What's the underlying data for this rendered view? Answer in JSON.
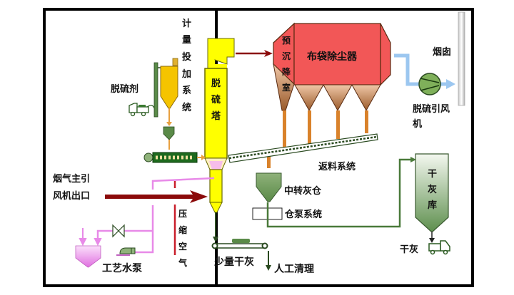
{
  "title": "干式脱硫工艺流程",
  "labels": {
    "metering_system": [
      "计",
      "量",
      "投",
      "加",
      "系",
      "统"
    ],
    "desulfurizer": "脱硫剂",
    "tower": [
      "脱",
      "硫",
      "塔"
    ],
    "pre_settling": [
      "预",
      "沉",
      "降",
      "室"
    ],
    "bag_filter": "布袋除尘器",
    "chimney": "烟囱",
    "id_fan": "脱硫引风",
    "id_fan_2": "机",
    "return_system": "返料系统",
    "transfer_bin": "中转灰仓",
    "silo_pump": "仓泵系统",
    "dry_ash_silo": [
      "干",
      "灰",
      "库"
    ],
    "dry_ash": "干灰",
    "flue_inlet_1": "烟气主引",
    "flue_inlet_2": "风机出口",
    "compressed_air": [
      "压",
      "缩",
      "空",
      "气"
    ],
    "water_pump": "工艺水泵",
    "small_ash": "少量干灰",
    "manual_clean": "人工清理"
  },
  "colors": {
    "tower": "#ffff00",
    "bag_filter": "#f25757",
    "hopper": "#c8865a",
    "flue_gas": "#8b0a0a",
    "ash_line": "#4a7a3a",
    "water_line": "#e88ae8",
    "clean_gas": "#9cc7f0",
    "silo": "#f5c400",
    "dust_leg": "#d9822b"
  }
}
